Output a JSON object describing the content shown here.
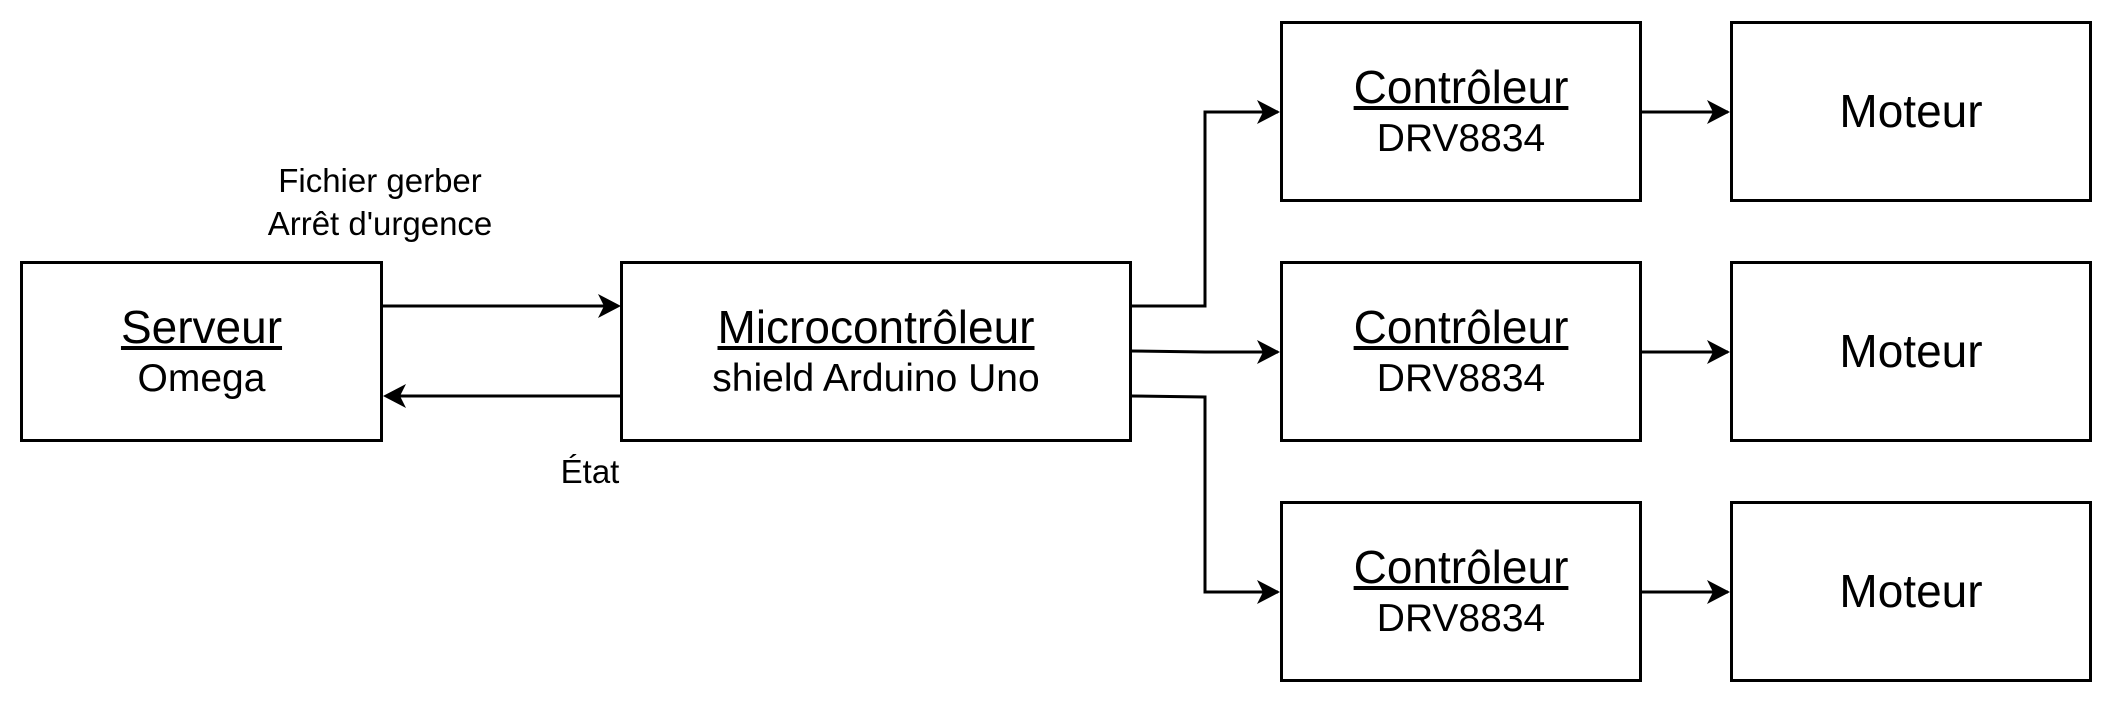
{
  "serveur": {
    "title": "Serveur",
    "subtitle": "Omega"
  },
  "micro": {
    "title": "Microcontrôleur",
    "subtitle": "shield Arduino Uno"
  },
  "controllers": [
    {
      "title": "Contrôleur",
      "subtitle": "DRV8834"
    },
    {
      "title": "Contrôleur",
      "subtitle": "DRV8834"
    },
    {
      "title": "Contrôleur",
      "subtitle": "DRV8834"
    }
  ],
  "motors": [
    {
      "label": "Moteur"
    },
    {
      "label": "Moteur"
    },
    {
      "label": "Moteur"
    }
  ],
  "edges": {
    "to_micro_line1": "Fichier gerber",
    "to_micro_line2": "Arrêt d'urgence",
    "to_server": "État"
  },
  "colors": {
    "stroke": "#000000",
    "fill": "#ffffff"
  }
}
